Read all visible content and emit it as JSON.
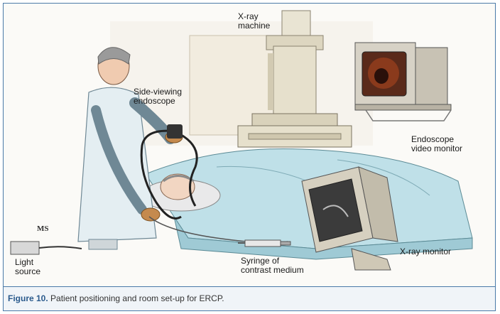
{
  "figure": {
    "labels": {
      "xray_machine": "X-ray\nmachine",
      "side_viewing_endoscope": "Side-viewing\nendoscope",
      "endoscope_video_monitor": "Endoscope\nvideo monitor",
      "xray_monitor": "X-ray monitor",
      "syringe_contrast": "Syringe of\ncontrast medium",
      "light_source": "Light\nsource",
      "signature": "MS"
    }
  },
  "caption": {
    "figure_number": "Figure 10.",
    "text": " Patient positioning and room set-up for ERCP."
  },
  "colors": {
    "frame_border": "#4a7aa8",
    "caption_accent": "#2a5a8c",
    "drape": "#bfe0e8",
    "gown": "#e4eef2",
    "machine": "#e6e0cc"
  }
}
